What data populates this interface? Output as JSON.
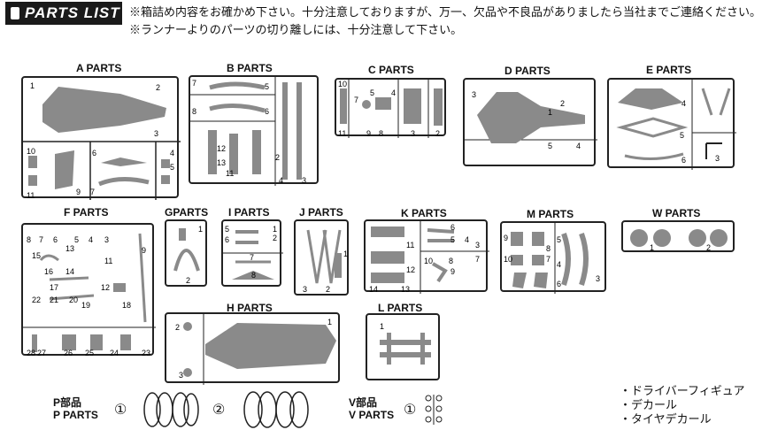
{
  "header": {
    "tab_label": "PARTS LIST"
  },
  "notes": [
    "※箱詰め内容をお確かめ下さい。十分注意しておりますが、万一、欠品や不良品がありましたら当社までご連絡ください。",
    "※ランナーよりのパーツの切り離しには、十分注意して下さい。"
  ],
  "parts": {
    "a": "A PARTS",
    "b": "B PARTS",
    "c": "C PARTS",
    "d": "D PARTS",
    "e": "E PARTS",
    "f": "F PARTS",
    "g": "GPARTS",
    "i": "I PARTS",
    "j": "J PARTS",
    "k": "K PARTS",
    "m": "M PARTS",
    "w": "W PARTS",
    "h": "H PARTS",
    "l": "L PARTS"
  },
  "legend": {
    "p_jp": "P部品",
    "p_en": "P PARTS",
    "p_n1": "①",
    "p_n2": "②",
    "v_jp": "V部品",
    "v_en": "V PARTS",
    "v_n1": "①"
  },
  "extras": [
    "・ドライバーフィギュア",
    "・デカール",
    "・タイヤデカール"
  ],
  "colors": {
    "part_fill": "#8a8a8a",
    "frame": "#222222"
  }
}
